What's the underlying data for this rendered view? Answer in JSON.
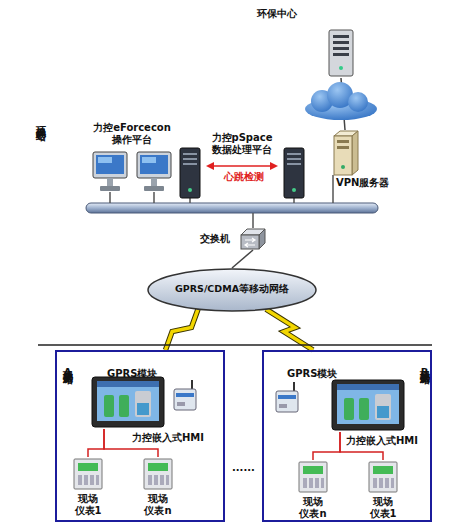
{
  "diagram": {
    "nodes": [
      {
        "text": [
          "环保中心"
        ]
      },
      {
        "text": [
          "VPN服务器"
        ]
      },
      {
        "text": [
          "力控eForcecon 操作平台"
        ]
      },
      {
        "text": [
          "力控pSpace 数据处理平台"
        ]
      },
      {
        "text": [
          "交换机"
        ]
      },
      {
        "text": [
          "GPRS/CDMA等移动网络"
        ]
      },
      {
        "text": [
          "现场监测站A"
        ]
      },
      {
        "text": [
          "GPRS模块"
        ],
        "in": 6
      },
      {
        "text": [
          "力控嵌入式HMI"
        ],
        "in": 6
      },
      {
        "text": [
          "现场仪表1"
        ],
        "in": 6
      },
      {
        "text": [
          "现场仪表n"
        ],
        "in": 6
      },
      {
        "text": [
          "现场监测站B"
        ]
      },
      {
        "text": [
          "GPRS模块"
        ],
        "in": 11
      },
      {
        "text": [
          "力控嵌入式HMI"
        ],
        "in": 11
      },
      {
        "text": [
          "现场仪表n"
        ],
        "in": 11
      },
      {
        "text": [
          "现场仪表1"
        ],
        "in": 11
      }
    ],
    "edges": [
      {
        "from": 0,
        "to": 1,
        "arrow": "none"
      },
      {
        "from": 4,
        "to": 5,
        "arrow": "none"
      },
      {
        "from": 5,
        "to": 6,
        "arrow": "none"
      },
      {
        "from": 5,
        "to": 11,
        "arrow": "none"
      },
      {
        "from": 8,
        "to": 9,
        "arrow": "none"
      },
      {
        "from": 8,
        "to": 10,
        "arrow": "none"
      },
      {
        "from": 13,
        "to": 14,
        "arrow": "none"
      },
      {
        "from": 13,
        "to": 15,
        "arrow": "none"
      }
    ],
    "labels": [
      "环保局中心站",
      "心跳检测",
      "......"
    ]
  }
}
